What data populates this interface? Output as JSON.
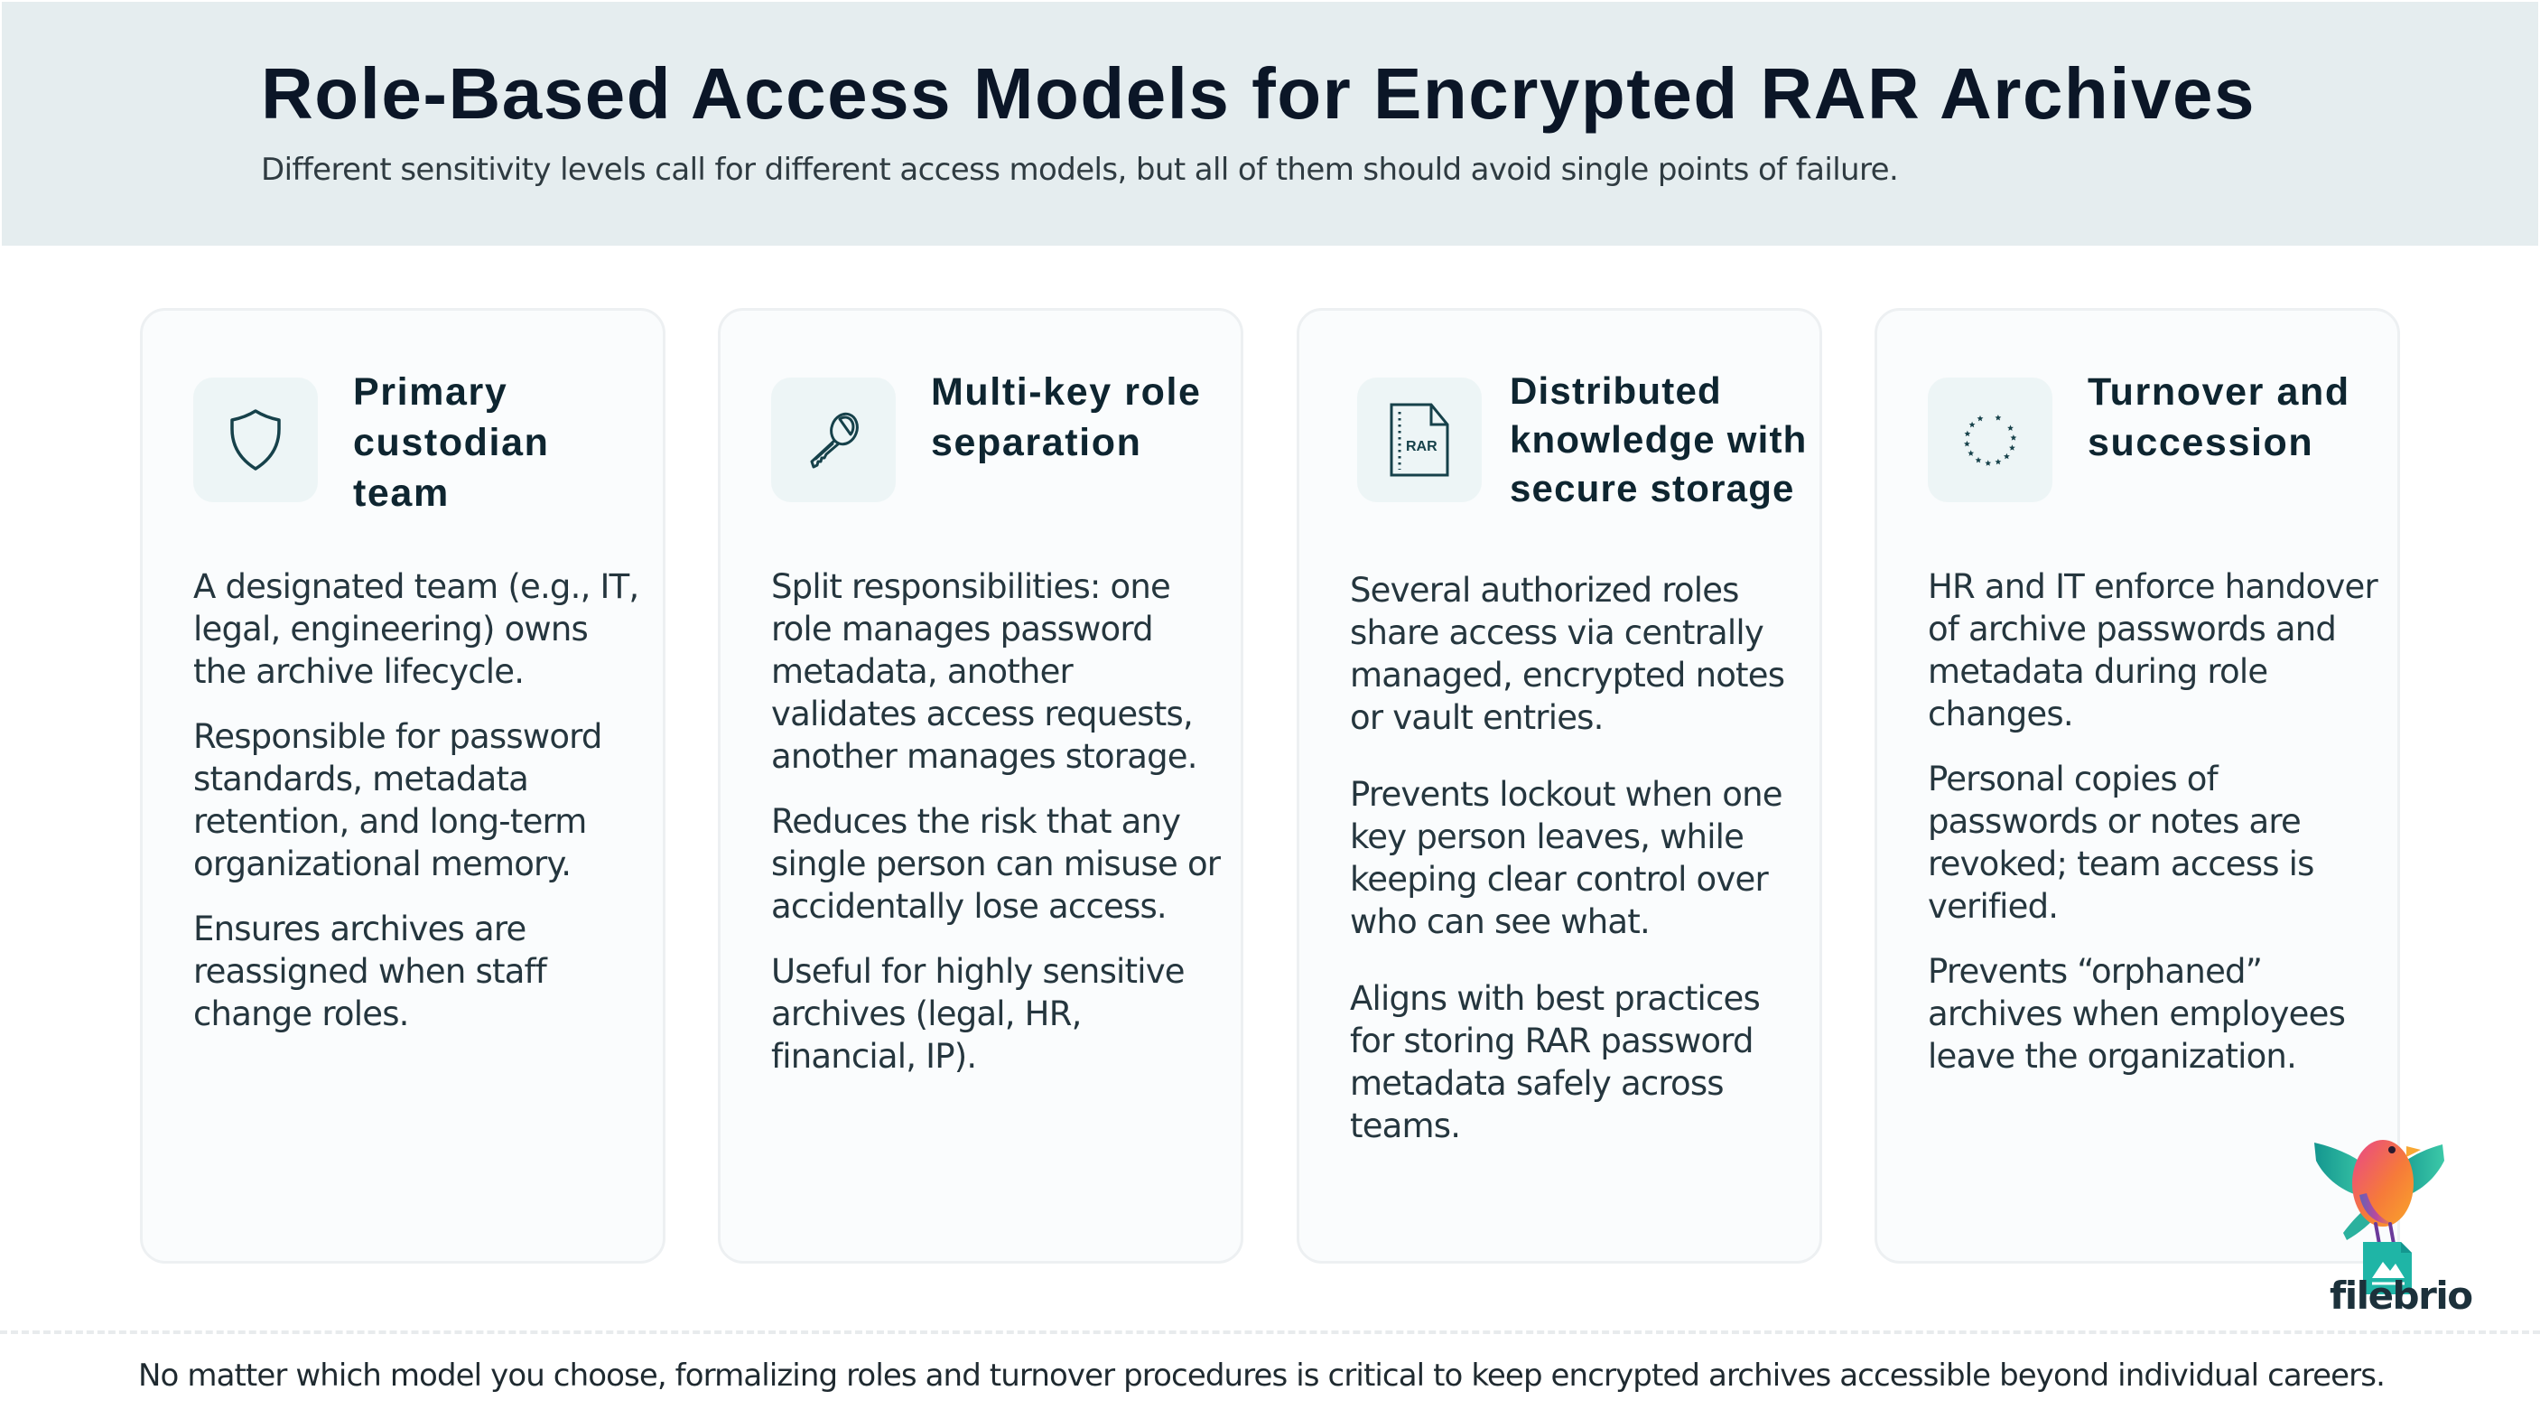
{
  "header": {
    "title": "Role-Based Access Models for Encrypted RAR Archives",
    "subtitle": "Different sensitivity levels call for different access models, but all of them should avoid single points of failure."
  },
  "cards": [
    {
      "icon": "shield-icon",
      "title": "Primary custodian team",
      "paragraphs": [
        "A designated team (e.g., IT, legal, engineering) owns the archive lifecycle.",
        "Responsible for password standards, metadata retention, and long-term organizational memory.",
        "Ensures archives are reassigned when staff change roles."
      ]
    },
    {
      "icon": "key-icon",
      "title": "Multi-key role separation",
      "paragraphs": [
        "Split responsibilities: one role manages password metadata, another validates access requests, another manages storage.",
        "Reduces the risk that any single person can misuse or accidentally lose access.",
        "Useful for highly sensitive archives (legal, HR, financial, IP)."
      ]
    },
    {
      "icon": "rar-file-icon",
      "icon_label": "RAR",
      "title": "Distributed knowledge with secure storage",
      "paragraphs": [
        "Several authorized roles share access via centrally managed, encrypted notes or vault entries.",
        "Prevents lockout when one key person leaves, while keeping clear control over who can see what.",
        "Aligns with best practices for storing RAR password metadata safely across teams."
      ]
    },
    {
      "icon": "star-circle-icon",
      "title": "Turnover and succession",
      "paragraphs": [
        "HR and IT enforce handover of archive passwords and metadata during role changes.",
        "Personal copies of passwords or notes are revoked; team access is verified.",
        "Prevents “orphaned” archives when employees leave the organization."
      ]
    }
  ],
  "brand": {
    "name": "filebrio",
    "colors": {
      "teal": "#1fb5a6",
      "wing": "#20a89a",
      "bird_pink": "#e8468a",
      "bird_orange": "#f89a2c",
      "text": "#1c313b"
    }
  },
  "footer": {
    "note": "No matter which model you choose, formalizing roles and turnover procedures is critical to keep encrypted archives accessible beyond individual careers."
  },
  "colors": {
    "header_bg": "#e5edef",
    "title": "#0b1627",
    "card_bg": "#fafcfd",
    "card_border": "#edf0f2",
    "icon_box_bg": "#edf5f6",
    "icon_stroke": "#16414a"
  }
}
